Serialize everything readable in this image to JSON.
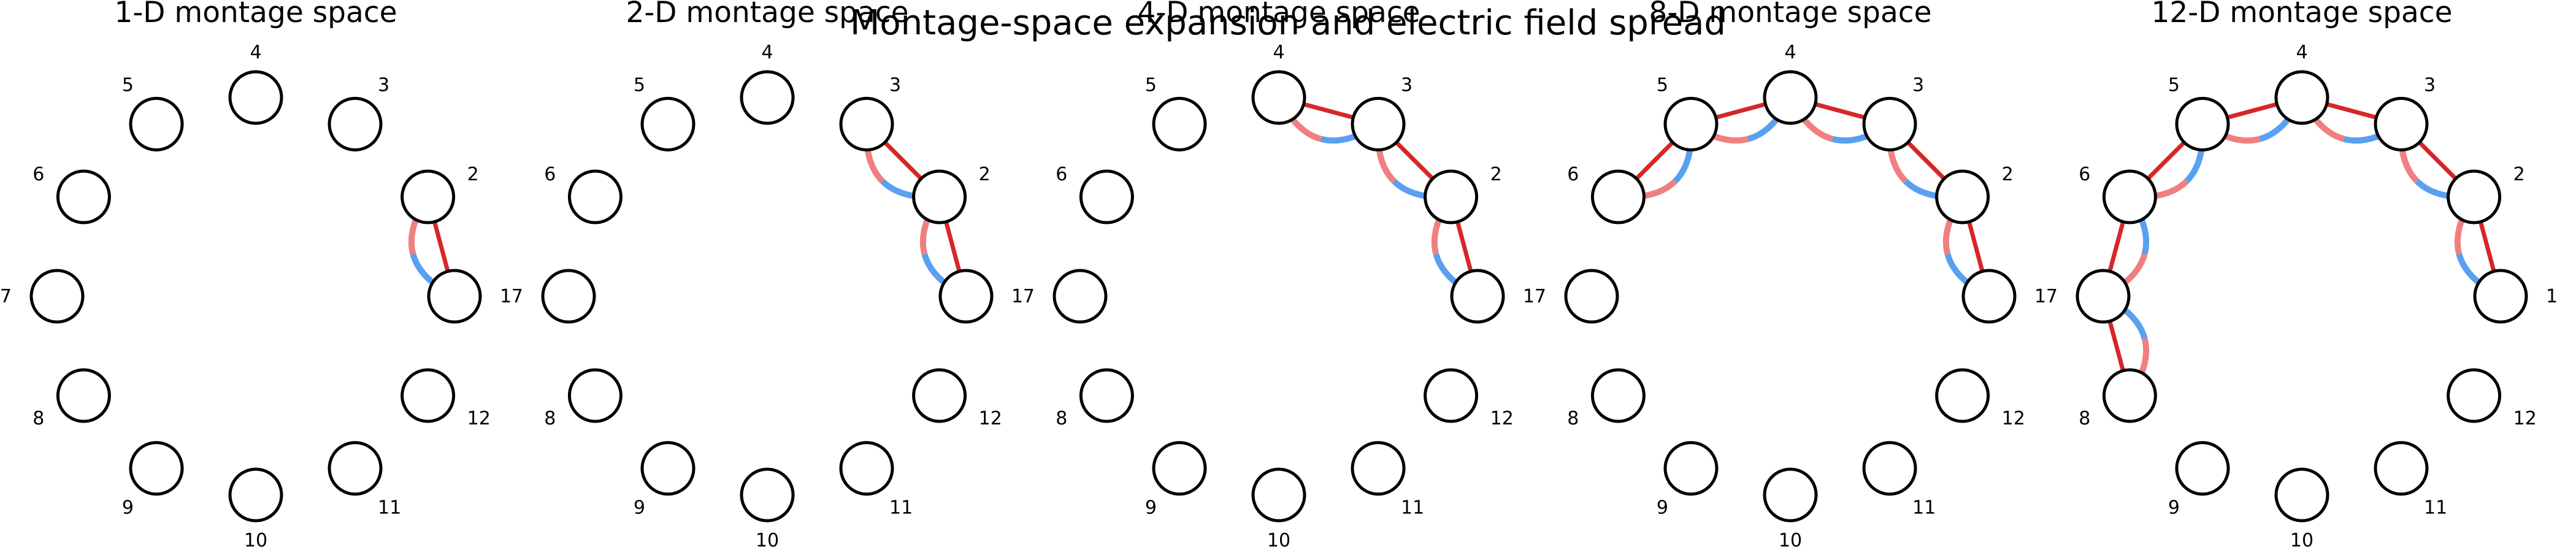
{
  "figure": {
    "suptitle": "Montage-space expansion and electric field spread"
  },
  "colors": {
    "link": "#d62728",
    "arc_red": "#f08080",
    "arc_red_strong": "#f06060",
    "arc_blue": "#5aa0f0",
    "node_stroke": "#000000",
    "node_fill": "#ffffff"
  },
  "electrode_labels": [
    "1",
    "2",
    "3",
    "4",
    "5",
    "6",
    "7",
    "8",
    "9",
    "10",
    "11",
    "12"
  ],
  "panels": [
    {
      "title": "1-D montage space",
      "links": [
        [
          1,
          2
        ]
      ]
    },
    {
      "title": "2-D montage space",
      "links": [
        [
          1,
          2
        ],
        [
          2,
          3
        ]
      ]
    },
    {
      "title": "4-D montage space",
      "links": [
        [
          1,
          2
        ],
        [
          2,
          3
        ],
        [
          3,
          4
        ]
      ]
    },
    {
      "title": "8-D montage space",
      "links": [
        [
          1,
          2
        ],
        [
          2,
          3
        ],
        [
          3,
          4
        ],
        [
          4,
          5
        ],
        [
          5,
          6
        ]
      ]
    },
    {
      "title": "12-D montage space",
      "links": [
        [
          1,
          2
        ],
        [
          2,
          3
        ],
        [
          3,
          4
        ],
        [
          4,
          5
        ],
        [
          5,
          6
        ],
        [
          6,
          7
        ],
        [
          7,
          8
        ]
      ]
    }
  ]
}
